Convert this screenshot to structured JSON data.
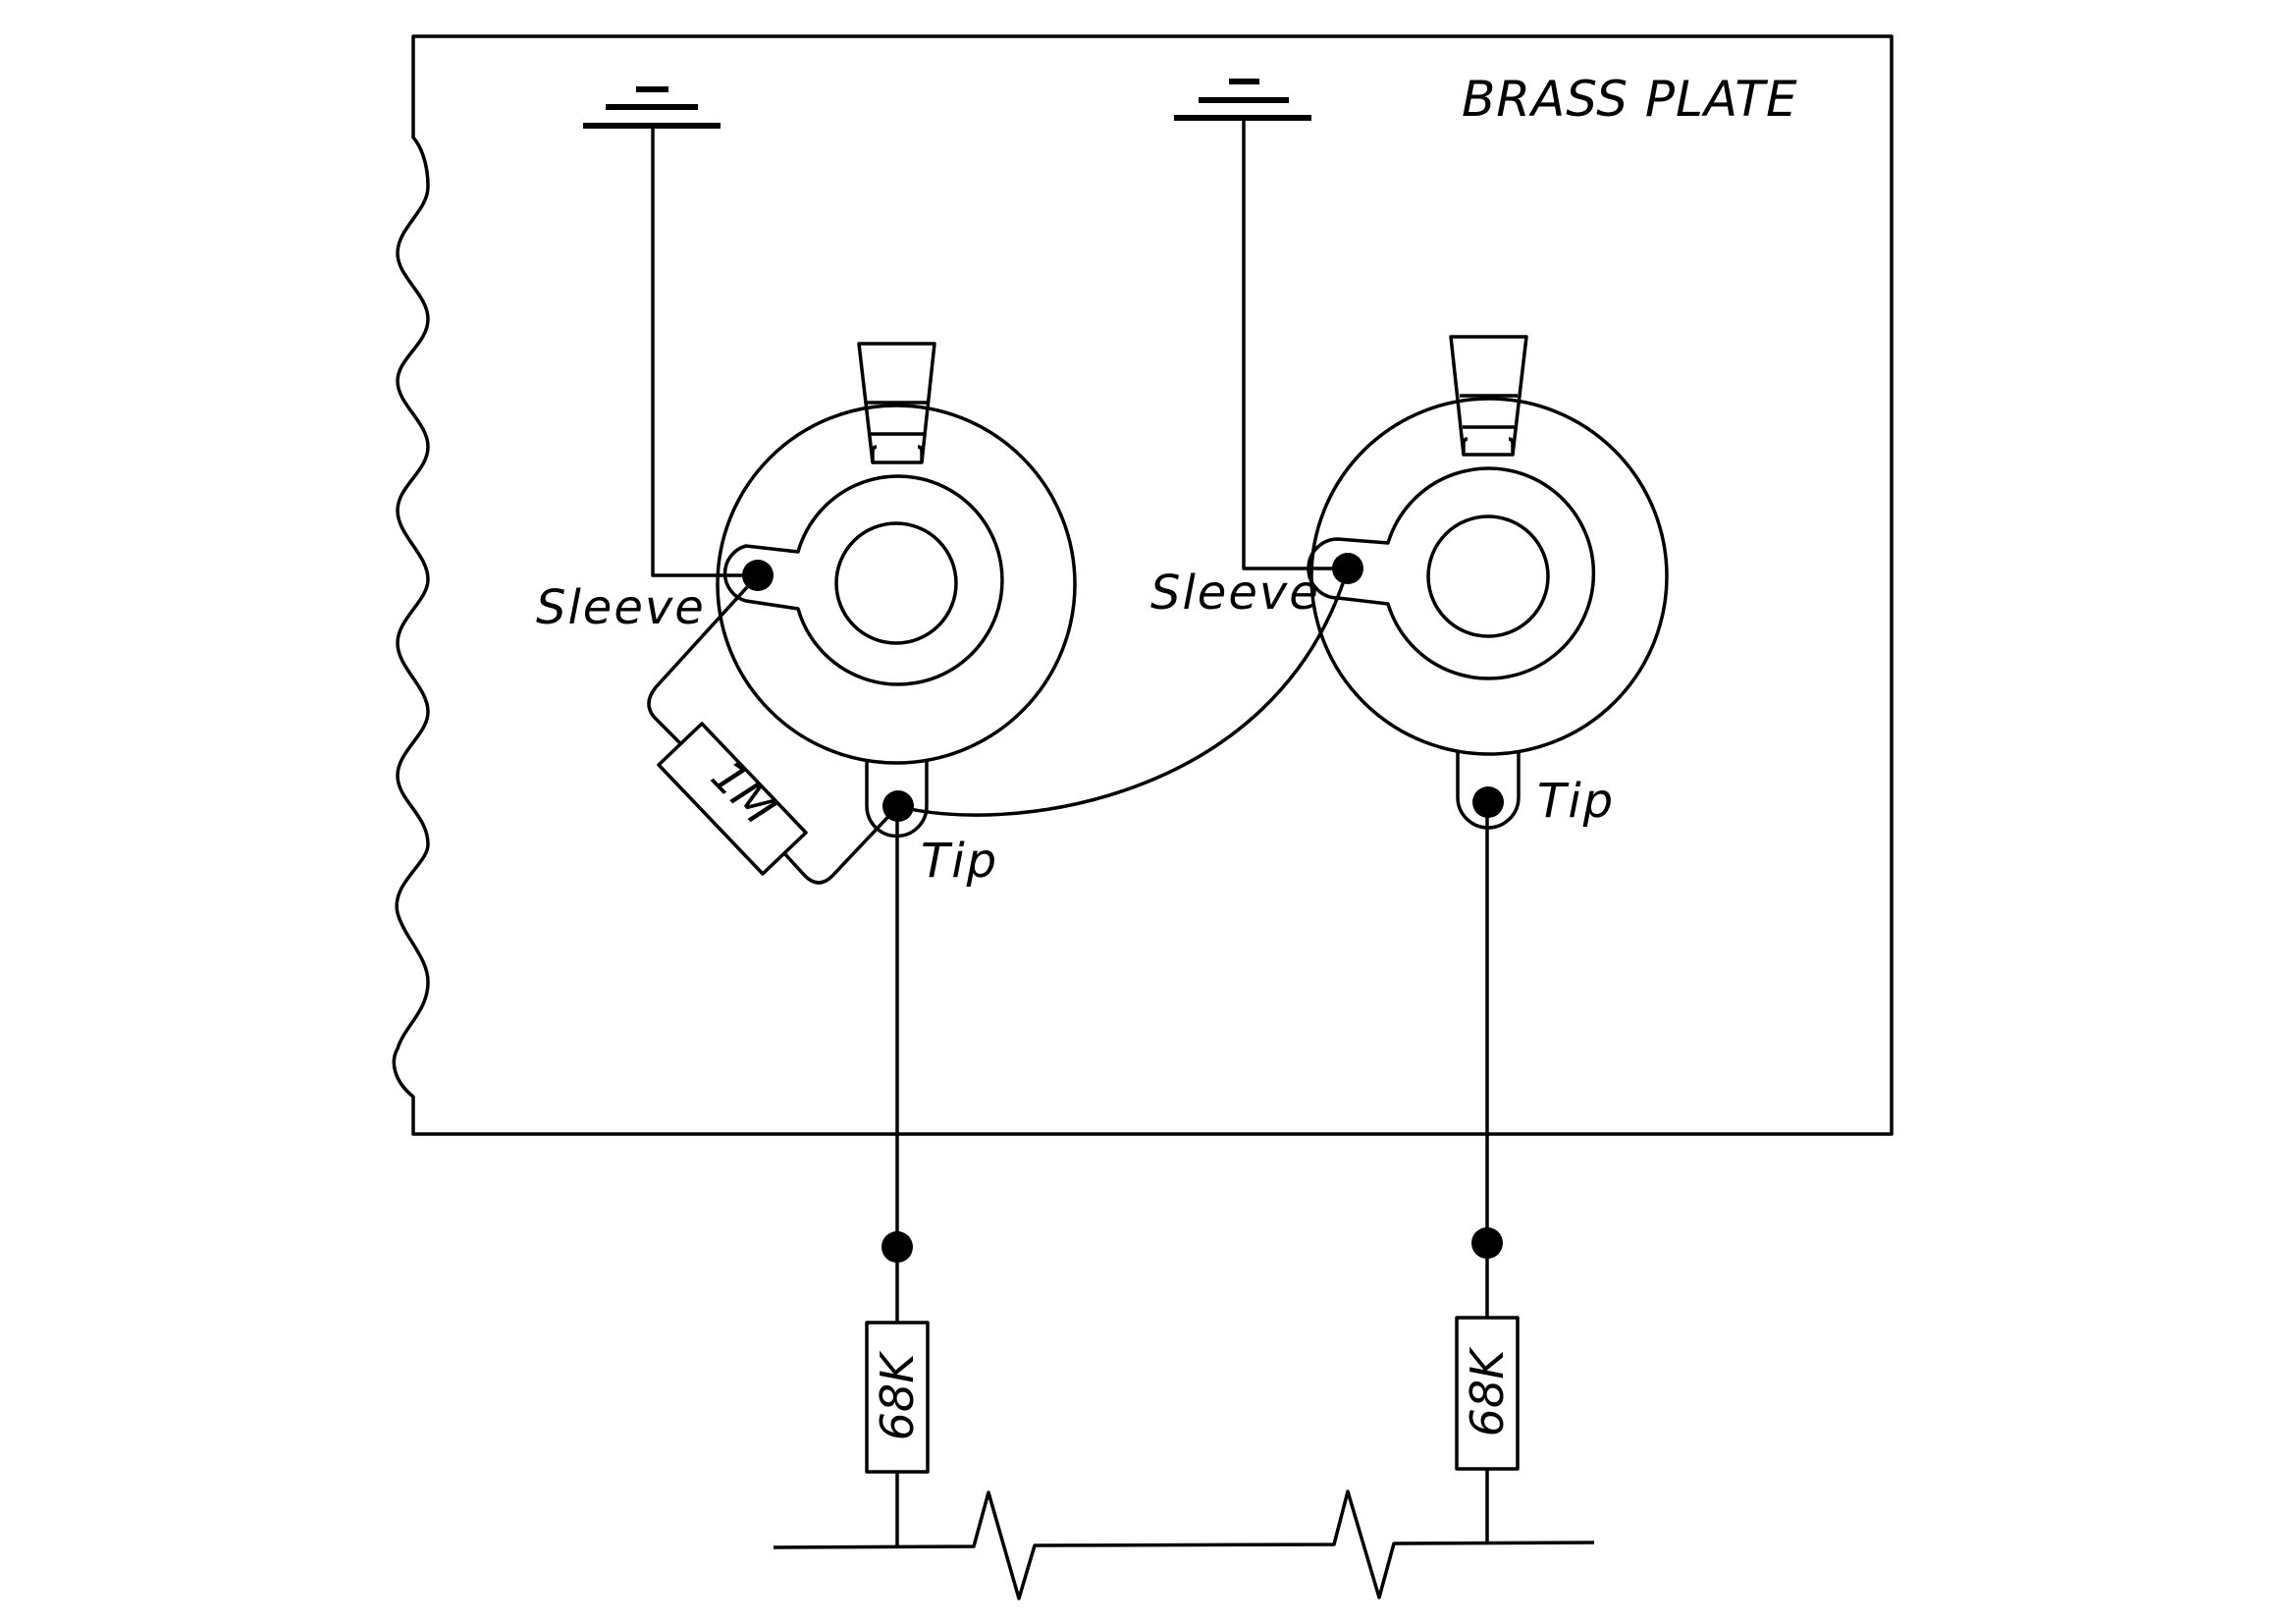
{
  "diagram": {
    "type": "wiring-diagram",
    "plate_label": "BRASS PLATE",
    "jacks": [
      {
        "id": "jack-left",
        "sleeve_label": "Sleeve",
        "tip_label": "Tip",
        "sleeve_connection": "ground",
        "tip_connection": "68K resistor to bus"
      },
      {
        "id": "jack-right",
        "sleeve_label": "Sleeve",
        "tip_label": "Tip",
        "sleeve_connection": "ground",
        "tip_connection": "68K resistor to bus"
      }
    ],
    "resistors": [
      {
        "id": "r-1m",
        "label": "1M",
        "between": "left sleeve - left tip"
      },
      {
        "id": "r-68k-left",
        "label": "68K",
        "between": "left tip - bus"
      },
      {
        "id": "r-68k-right",
        "label": "68K",
        "between": "right tip - bus"
      }
    ],
    "symbols": {
      "ground": "ground-icon",
      "junction": "junction-dot",
      "break": "break-zigzag-icon"
    },
    "connections": [
      "left tip -> right sleeve (wire arc)"
    ]
  }
}
